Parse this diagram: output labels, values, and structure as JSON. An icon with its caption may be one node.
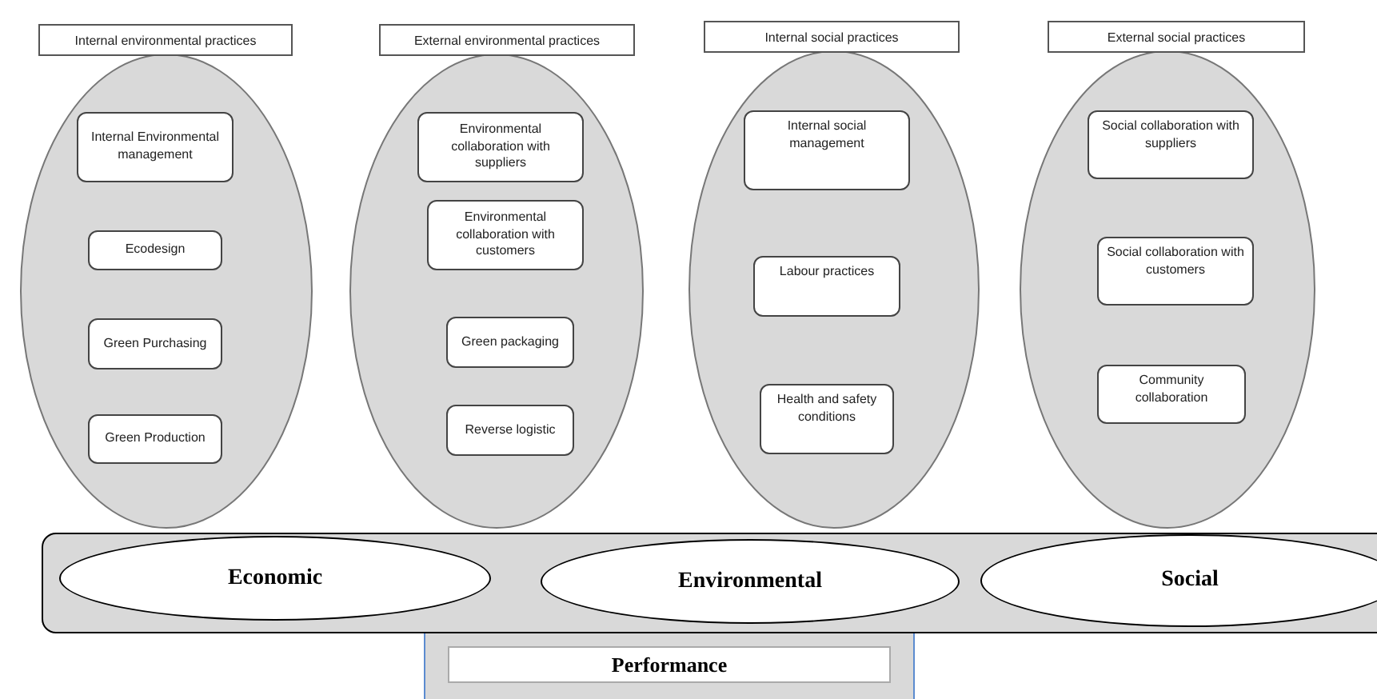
{
  "diagram": {
    "nodes": [
      {
        "text": [
          "Internal environmental practices"
        ]
      },
      {
        "text": [
          "Internal Environmental management"
        ],
        "in": 0
      },
      {
        "text": [
          "Ecodesign"
        ],
        "in": 0
      },
      {
        "text": [
          "Green Purchasing"
        ],
        "in": 0
      },
      {
        "text": [
          "Green Production"
        ],
        "in": 0
      },
      {
        "text": [
          "External environmental practices"
        ]
      },
      {
        "text": [
          "Environmental collaboration with suppliers"
        ],
        "in": 5
      },
      {
        "text": [
          "Environmental collaboration with customers"
        ],
        "in": 5
      },
      {
        "text": [
          "Green packaging"
        ],
        "in": 5
      },
      {
        "text": [
          "Reverse logistic"
        ],
        "in": 5
      },
      {
        "text": [
          "Internal social practices"
        ]
      },
      {
        "text": [
          "Internal social management"
        ],
        "in": 10
      },
      {
        "text": [
          "Labour practices"
        ],
        "in": 10
      },
      {
        "text": [
          "Health and safety conditions"
        ],
        "in": 10
      },
      {
        "text": [
          "External social practices"
        ]
      },
      {
        "text": [
          "Social collaboration with suppliers"
        ],
        "in": 14
      },
      {
        "text": [
          "Social collaboration with customers"
        ],
        "in": 14
      },
      {
        "text": [
          "Community collaboration"
        ],
        "in": 14
      },
      {
        "text": [],
        "shape": "box"
      },
      {
        "text": [
          "Economic"
        ],
        "in": 18
      },
      {
        "text": [
          "Environmental"
        ],
        "in": 18
      },
      {
        "text": [
          "Social"
        ],
        "in": 18
      },
      {
        "text": [
          "Performance"
        ]
      }
    ],
    "edges": []
  }
}
